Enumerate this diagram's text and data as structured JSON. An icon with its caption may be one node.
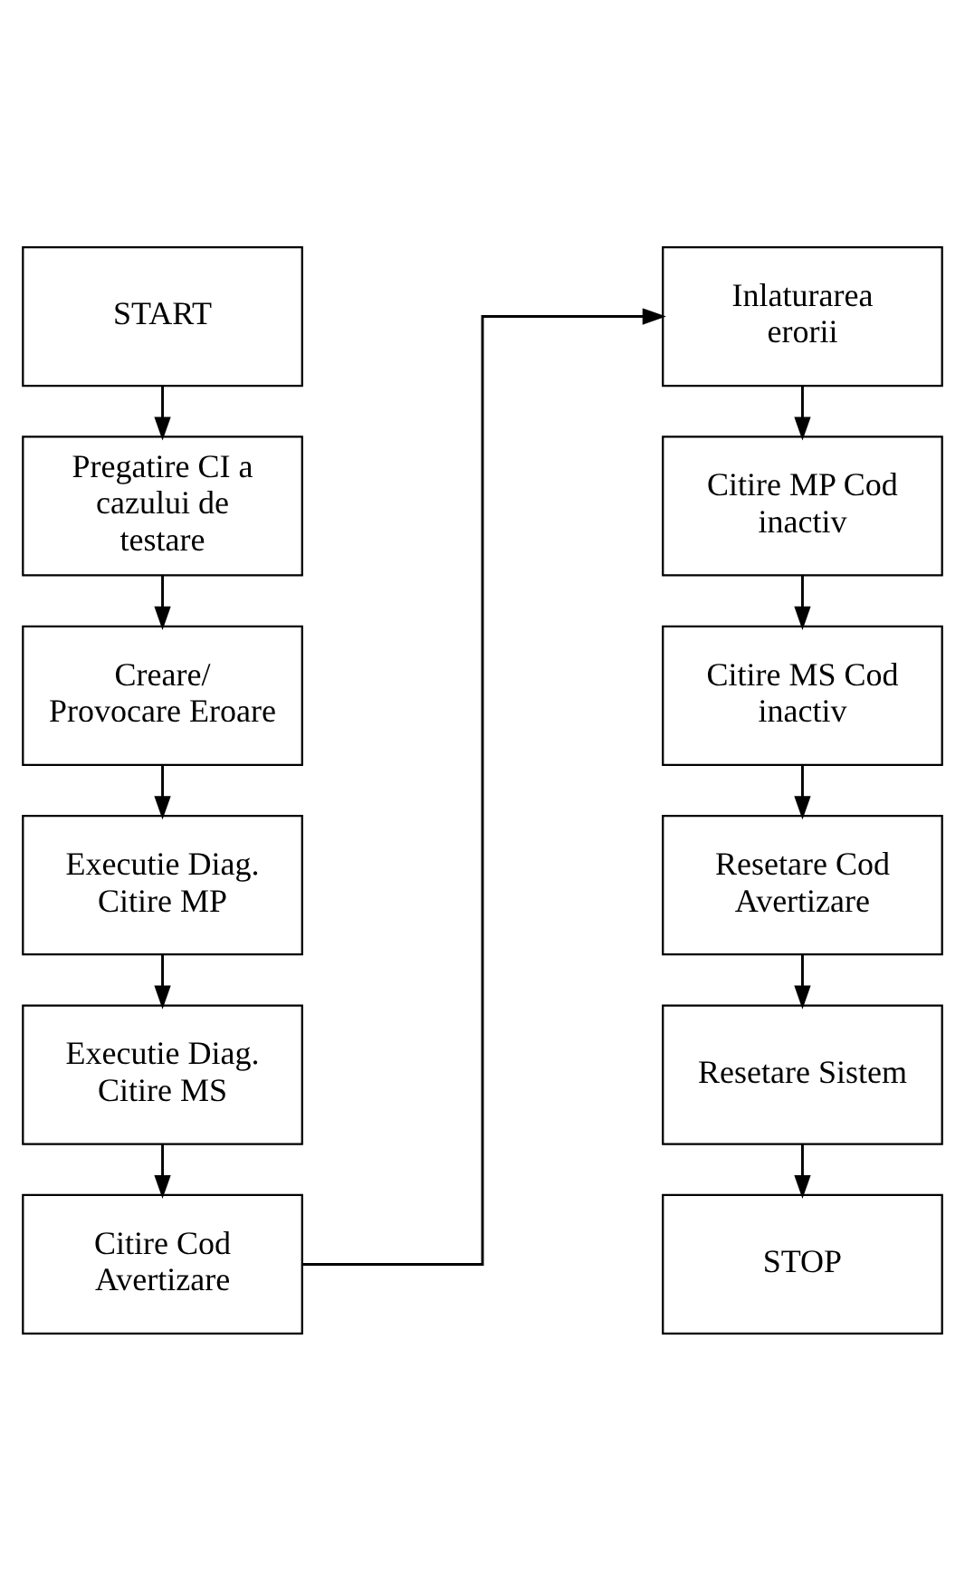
{
  "diagram": {
    "nodes": [
      {
        "text": [
          "START"
        ]
      },
      {
        "text": [
          "Pregatire CI a cazului de testare"
        ]
      },
      {
        "text": [
          "Creare/ Provocare Eroare"
        ]
      },
      {
        "text": [
          "Executie Diag. Citire MP"
        ]
      },
      {
        "text": [
          "Executie Diag. Citire MS"
        ]
      },
      {
        "text": [
          "Citire Cod Avertizare"
        ]
      },
      {
        "text": [
          "Inlaturarea erorii"
        ]
      },
      {
        "text": [
          "Citire MP Cod inactiv"
        ]
      },
      {
        "text": [
          "Citire MS Cod inactiv"
        ]
      },
      {
        "text": [
          "Resetare Cod Avertizare"
        ]
      },
      {
        "text": [
          "Resetare Sistem"
        ]
      },
      {
        "text": [
          "STOP"
        ]
      }
    ],
    "edges": [
      {
        "from": 0,
        "to": 1,
        "arrow": "to"
      },
      {
        "from": 1,
        "to": 2,
        "arrow": "to"
      },
      {
        "from": 2,
        "to": 3,
        "arrow": "to"
      },
      {
        "from": 3,
        "to": 4,
        "arrow": "to"
      },
      {
        "from": 4,
        "to": 5,
        "arrow": "to"
      },
      {
        "from": 5,
        "to": 6,
        "arrow": "to"
      },
      {
        "from": 6,
        "to": 7,
        "arrow": "to"
      },
      {
        "from": 7,
        "to": 8,
        "arrow": "to"
      },
      {
        "from": 8,
        "to": 9,
        "arrow": "to"
      },
      {
        "from": 9,
        "to": 10,
        "arrow": "to"
      },
      {
        "from": 10,
        "to": 11,
        "arrow": "to"
      }
    ]
  }
}
